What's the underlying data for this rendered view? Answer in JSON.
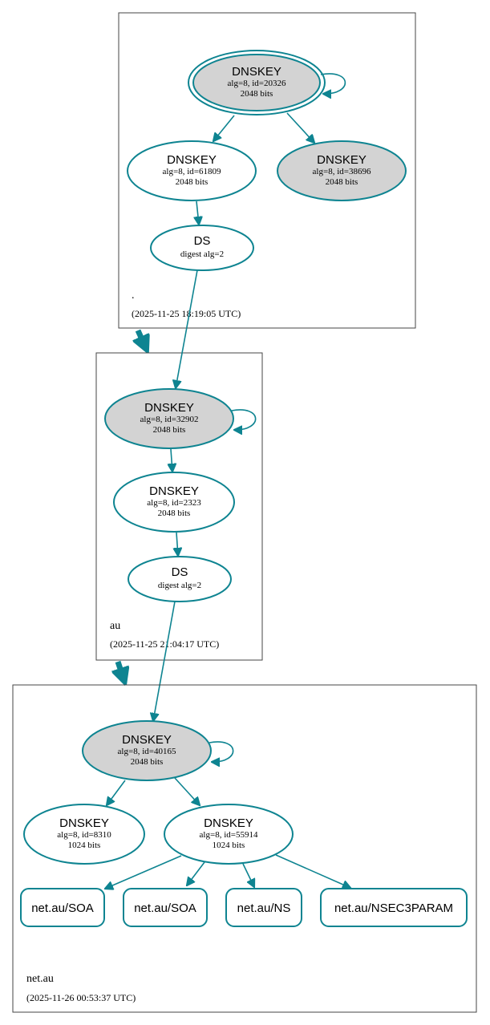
{
  "colors": {
    "edge": "#0e8491",
    "ksk_fill": "#d3d3d3",
    "zsk_fill": "#ffffff",
    "zone_border": "#444444"
  },
  "zones": [
    {
      "name": ".",
      "timestamp": "(2025-11-25 18:19:05 UTC)",
      "nodes": [
        {
          "type": "DNSKEY",
          "title": "DNSKEY",
          "line1": "alg=8, id=20326",
          "line2": "2048 bits",
          "role": "trust-anchor-ksk"
        },
        {
          "type": "DNSKEY",
          "title": "DNSKEY",
          "line1": "alg=8, id=61809",
          "line2": "2048 bits",
          "role": "zsk"
        },
        {
          "type": "DNSKEY",
          "title": "DNSKEY",
          "line1": "alg=8, id=38696",
          "line2": "2048 bits",
          "role": "ksk"
        },
        {
          "type": "DS",
          "title": "DS",
          "line1": "digest alg=2",
          "role": "ds"
        }
      ]
    },
    {
      "name": "au",
      "timestamp": "(2025-11-25 21:04:17 UTC)",
      "nodes": [
        {
          "type": "DNSKEY",
          "title": "DNSKEY",
          "line1": "alg=8, id=32902",
          "line2": "2048 bits",
          "role": "ksk"
        },
        {
          "type": "DNSKEY",
          "title": "DNSKEY",
          "line1": "alg=8, id=2323",
          "line2": "2048 bits",
          "role": "zsk"
        },
        {
          "type": "DS",
          "title": "DS",
          "line1": "digest alg=2",
          "role": "ds"
        }
      ]
    },
    {
      "name": "net.au",
      "timestamp": "(2025-11-26 00:53:37 UTC)",
      "nodes": [
        {
          "type": "DNSKEY",
          "title": "DNSKEY",
          "line1": "alg=8, id=40165",
          "line2": "2048 bits",
          "role": "ksk"
        },
        {
          "type": "DNSKEY",
          "title": "DNSKEY",
          "line1": "alg=8, id=8310",
          "line2": "1024 bits",
          "role": "zsk"
        },
        {
          "type": "DNSKEY",
          "title": "DNSKEY",
          "line1": "alg=8, id=55914",
          "line2": "1024 bits",
          "role": "zsk"
        }
      ],
      "records": [
        "net.au/SOA",
        "net.au/SOA",
        "net.au/NS",
        "net.au/NSEC3PARAM"
      ]
    }
  ]
}
